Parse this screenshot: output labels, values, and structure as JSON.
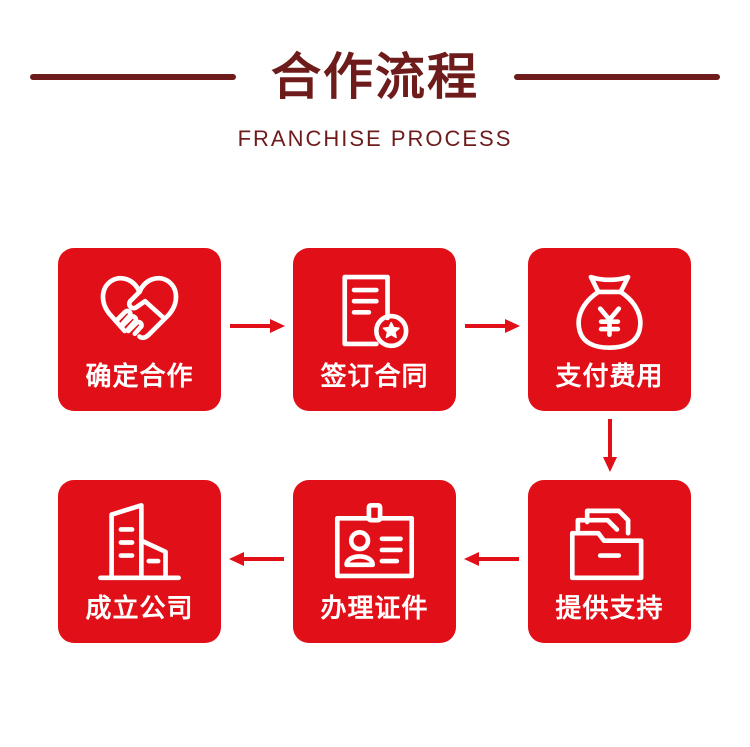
{
  "header": {
    "title": "合作流程",
    "subtitle": "FRANCHISE PROCESS"
  },
  "colors": {
    "accent": "#e10f17",
    "heading": "#6e1b1b",
    "background": "#ffffff"
  },
  "steps": [
    {
      "label": "确定合作",
      "icon": "handshake-heart-icon"
    },
    {
      "label": "签订合同",
      "icon": "contract-document-icon"
    },
    {
      "label": "支付费用",
      "icon": "money-bag-yen-icon"
    },
    {
      "label": "提供支持",
      "icon": "folder-documents-icon"
    },
    {
      "label": "办理证件",
      "icon": "id-badge-icon"
    },
    {
      "label": "成立公司",
      "icon": "office-building-icon"
    }
  ]
}
